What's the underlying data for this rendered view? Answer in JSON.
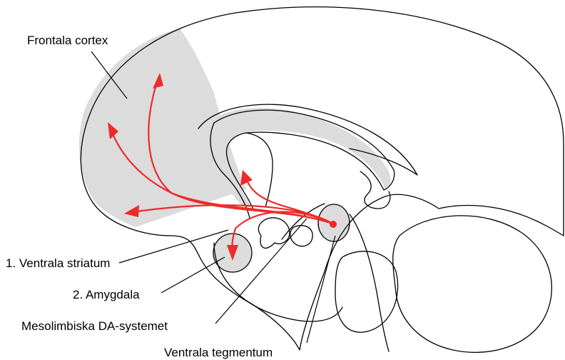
{
  "colors": {
    "pathway": "#ee2a2a",
    "shade": "#dcdcdc",
    "outline": "#000000"
  },
  "labels": {
    "frontal_cortex": "Frontala cortex",
    "ventral_striatum": "1. Ventrala striatum",
    "amygdala": "2. Amygdala",
    "mesolimbic": "Mesolimbiska DA-systemet",
    "ventral_tegmentum": "Ventrala tegmentum"
  }
}
